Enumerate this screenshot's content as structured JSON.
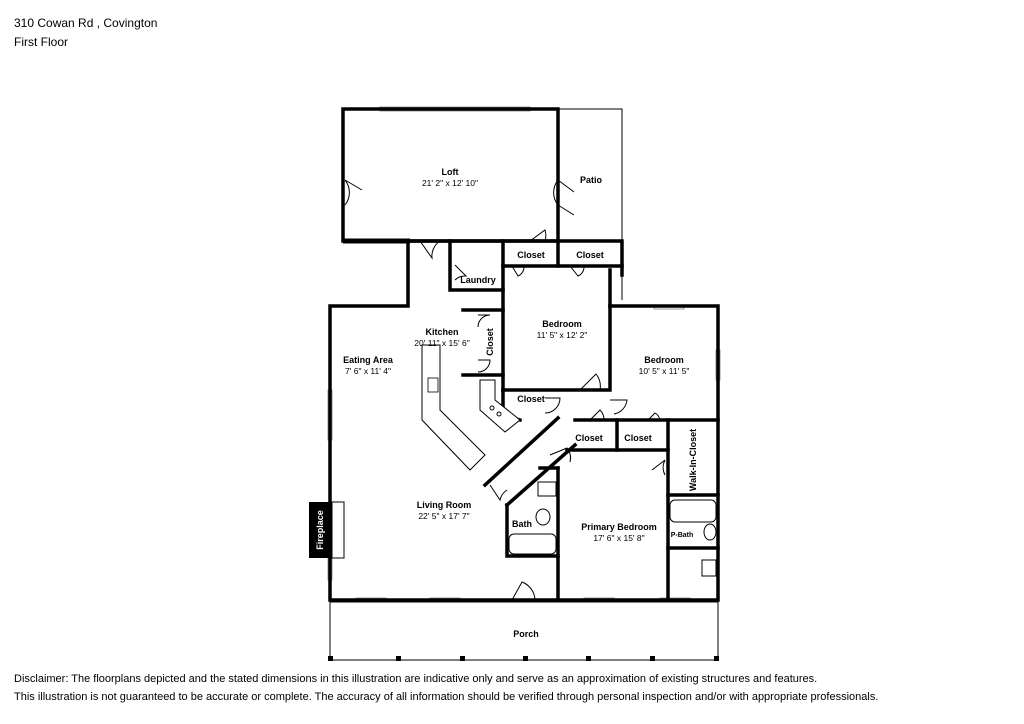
{
  "header": {
    "address": "310 Cowan Rd , Covington",
    "floor": "First Floor"
  },
  "rooms": [
    {
      "key": "loft",
      "name": "Loft",
      "dims": "21' 2\" x 12' 10\""
    },
    {
      "key": "patio",
      "name": "Patio",
      "dims": ""
    },
    {
      "key": "closet1",
      "name": "Closet",
      "dims": ""
    },
    {
      "key": "closet2",
      "name": "Closet",
      "dims": ""
    },
    {
      "key": "laundry",
      "name": "Laundry",
      "dims": ""
    },
    {
      "key": "kitchen",
      "name": "Kitchen",
      "dims": "20' 11\" x 15' 6\""
    },
    {
      "key": "closet3",
      "name": "Closet",
      "dims": ""
    },
    {
      "key": "bedroom1",
      "name": "Bedroom",
      "dims": "11' 5\" x 12' 2\""
    },
    {
      "key": "bedroom2",
      "name": "Bedroom",
      "dims": "10' 5\" x 11' 5\""
    },
    {
      "key": "eating",
      "name": "Eating Area",
      "dims": "7' 6\" x 11' 4\""
    },
    {
      "key": "closet4",
      "name": "Closet",
      "dims": ""
    },
    {
      "key": "closet5",
      "name": "Closet",
      "dims": ""
    },
    {
      "key": "closet6",
      "name": "Closet",
      "dims": ""
    },
    {
      "key": "walkin",
      "name": "Walk-In-Closet",
      "dims": ""
    },
    {
      "key": "living",
      "name": "Living Room",
      "dims": "22' 5\" x 17' 7\""
    },
    {
      "key": "bath",
      "name": "Bath",
      "dims": ""
    },
    {
      "key": "primary",
      "name": "Primary Bedroom",
      "dims": "17' 6\" x 15' 8\""
    },
    {
      "key": "pbath",
      "name": "P-Bath",
      "dims": ""
    },
    {
      "key": "fireplace",
      "name": "Fireplace",
      "dims": ""
    },
    {
      "key": "porch",
      "name": "Porch",
      "dims": ""
    }
  ],
  "disclaimer": {
    "line1": "Disclaimer: The floorplans depicted and the stated dimensions in this illustration are indicative only and serve as an approximation of existing structures and features.",
    "line2": "This illustration is not guaranteed to be accurate or complete. The accuracy of all information should be verified through personal inspection and/or with appropriate professionals."
  }
}
